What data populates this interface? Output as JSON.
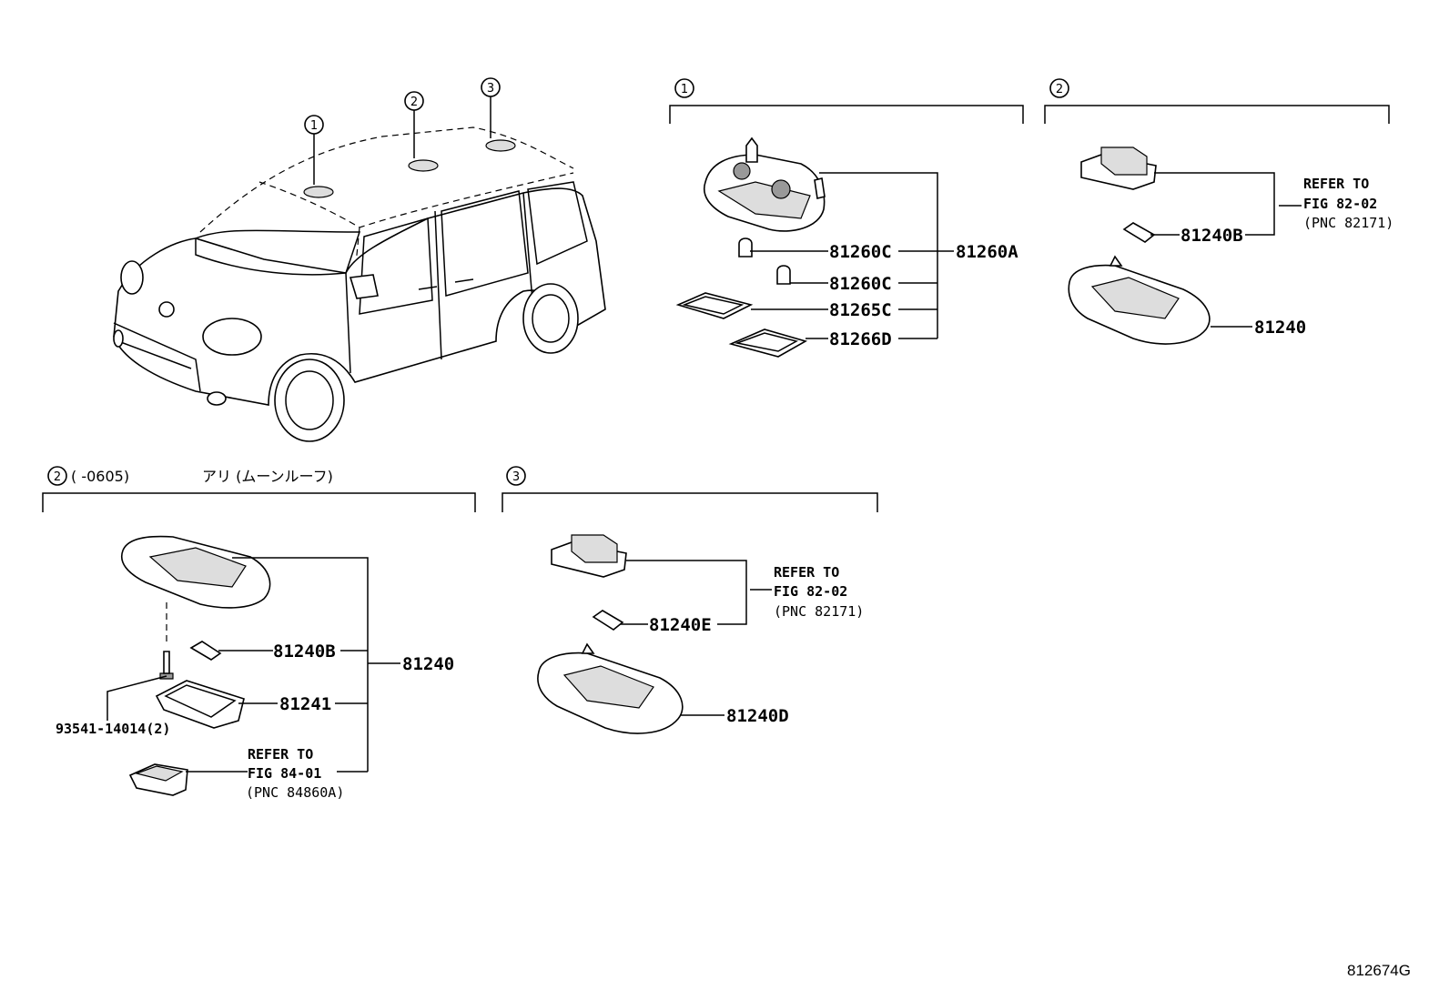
{
  "markers": {
    "one": "1",
    "two": "2",
    "three": "3"
  },
  "section_headers": {
    "sec2b_range": "(    -0605)",
    "sec2b_note": "アリ (ムーンルーフ)"
  },
  "section1": {
    "p_81260c_a": "81260C",
    "p_81260c_b": "81260C",
    "p_81265c": "81265C",
    "p_81266d": "81266D",
    "p_81260a": "81260A"
  },
  "section2": {
    "ref_1": "REFER TO",
    "ref_2": "FIG 82-02",
    "ref_3": "(PNC 82171)",
    "p_81240b": "81240B",
    "p_81240": "81240"
  },
  "section2b": {
    "p_81240b": "81240B",
    "p_81240": "81240",
    "p_81241": "81241",
    "p_screw": "93541-14014(2)",
    "ref_1": "REFER TO",
    "ref_2": "FIG 84-01",
    "ref_3": "(PNC 84860A)"
  },
  "section3": {
    "ref_1": "REFER TO",
    "ref_2": "FIG 82-02",
    "ref_3": "(PNC 82171)",
    "p_81240e": "81240E",
    "p_81240d": "81240D"
  },
  "figure_id": "812674G"
}
